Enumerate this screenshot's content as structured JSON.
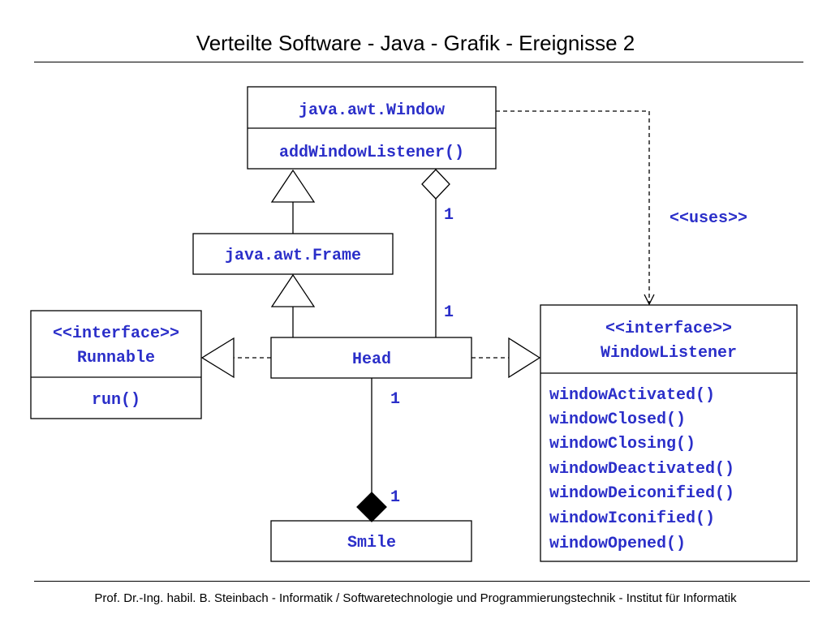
{
  "header": {
    "title": "Verteilte Software - Java - Grafik - Ereignisse 2"
  },
  "footer": {
    "text": "Prof. Dr.-Ing. habil. B. Steinbach - Informatik / Softwaretechnologie und Programmierungstechnik - Institut für Informatik"
  },
  "colors": {
    "text_accent": "#2b2fc9"
  },
  "diagram": {
    "window": {
      "name": "java.awt.Window",
      "methods": [
        "addWindowListener()"
      ]
    },
    "frame": {
      "name": "java.awt.Frame"
    },
    "head": {
      "name": "Head"
    },
    "runnable": {
      "stereotype": "<<interface>>",
      "name": "Runnable",
      "methods": [
        "run()"
      ]
    },
    "window_listener": {
      "stereotype": "<<interface>>",
      "name": "WindowListener",
      "methods": [
        "windowActivated()",
        "windowClosed()",
        "windowClosing()",
        "windowDeactivated()",
        "windowDeiconified()",
        "windowIconified()",
        "windowOpened()"
      ]
    },
    "smile": {
      "name": "Smile"
    },
    "uses_label": "<<uses>>",
    "multiplicities": {
      "window_side": "1",
      "head_to_window": "1",
      "head_to_smile": "1",
      "smile_side": "1"
    }
  }
}
